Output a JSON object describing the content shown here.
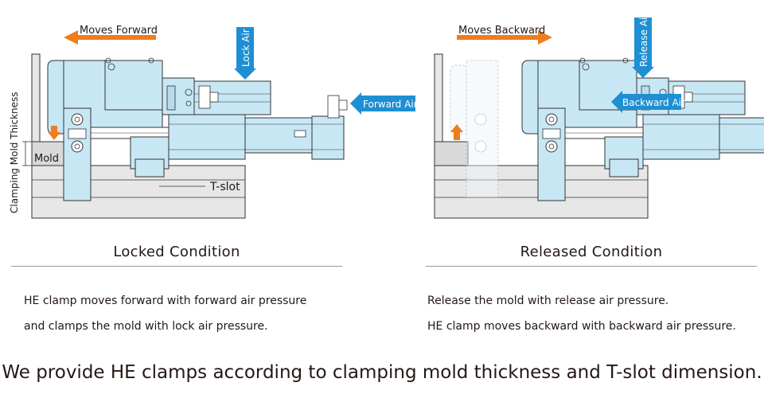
{
  "colors": {
    "body": "#c8e7f5",
    "outline": "#333333",
    "base": "#e7e7e7",
    "orange": "#ef7d1d",
    "blue": "#1e8fd3"
  },
  "labels": {
    "moves_forward": "Moves Forward",
    "moves_backward": "Moves Backward",
    "lock_air": "Lock Air",
    "release_air": "Release Air",
    "forward_air": "Forward Air",
    "backward_air": "Backward Air",
    "mold": "Mold",
    "t_slot": "T-slot",
    "clamping_mold_thickness": "Clamping Mold Thickness"
  },
  "locked": {
    "title": "Locked Condition",
    "line1": "HE clamp moves forward with forward air pressure",
    "line2": "and clamps the mold with lock air pressure."
  },
  "released": {
    "title": "Released Condition",
    "line1": "Release the mold with release air pressure.",
    "line2": "HE clamp moves backward with backward air pressure."
  },
  "footer": "We provide HE clamps according to clamping mold thickness and T-slot dimension."
}
